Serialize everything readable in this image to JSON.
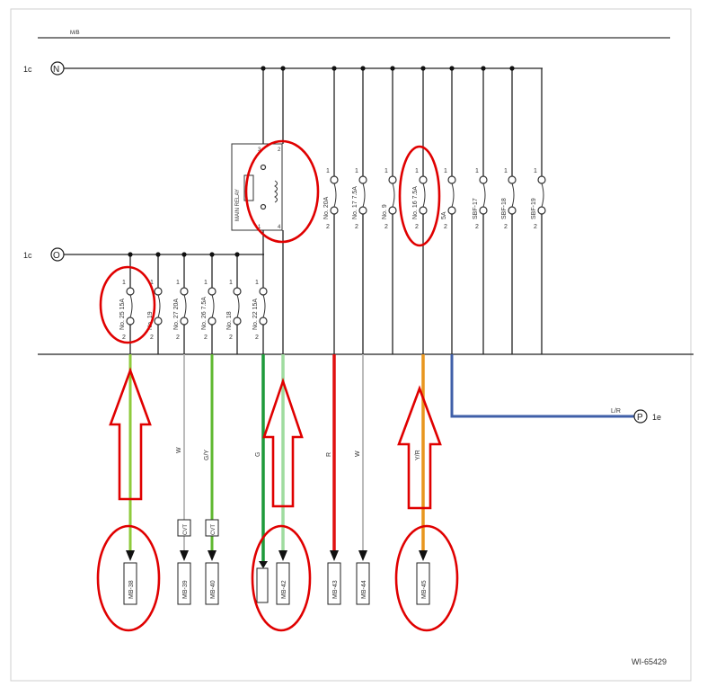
{
  "header": {
    "mb_label": "M/B"
  },
  "buses": {
    "n": {
      "prefix": "1c",
      "letter": "N"
    },
    "o": {
      "prefix": "1c",
      "letter": "O"
    },
    "p": {
      "suffix": "1e",
      "letter": "P",
      "wire_color": "L/R"
    }
  },
  "relay": {
    "label": "MAIN RELAY",
    "pins": [
      "3",
      "2",
      "1",
      "4"
    ]
  },
  "fuses_o": [
    {
      "label": "No. 25  15A",
      "top": "1",
      "bottom": "2"
    },
    {
      "label": "No. 19",
      "top": "1",
      "bottom": "2"
    },
    {
      "label": "No. 27  20A",
      "top": "1",
      "bottom": "2"
    },
    {
      "label": "No. 26  7.5A",
      "top": "1",
      "bottom": "2"
    },
    {
      "label": "No. 18",
      "top": "1",
      "bottom": "2"
    },
    {
      "label": "No. 22  15A",
      "top": "1",
      "bottom": "2"
    }
  ],
  "fuses_n": [
    {
      "label": "No. 20A",
      "top": "1",
      "bottom": "2"
    },
    {
      "label": "No. 17  7.5A",
      "top": "1",
      "bottom": "2"
    },
    {
      "label": "No. 9",
      "top": "1",
      "bottom": "2"
    },
    {
      "label": "No. 16  7.5A",
      "top": "1",
      "bottom": "2"
    },
    {
      "label": "5A",
      "top": "1",
      "bottom": "2"
    },
    {
      "label": "SBF-17",
      "top": "1",
      "bottom": "2"
    },
    {
      "label": "SBF-18",
      "top": "1",
      "bottom": "2"
    },
    {
      "label": "SBF-19",
      "top": "1",
      "bottom": "2"
    }
  ],
  "wire_labels": [
    "W",
    "G/Y",
    "G",
    "R",
    "W",
    "Y/R"
  ],
  "cvt_labels": [
    "CVT",
    "CVT"
  ],
  "connectors": [
    "MB-38",
    "MB-39",
    "MB-40",
    "MB-42",
    "MB-43",
    "MB-44",
    "MB-45"
  ],
  "colors": {
    "highlight": "#e00000",
    "green": "#6fc040",
    "dark_green": "#1e9a3a",
    "light_green": "#9fdc9f",
    "red_wire": "#e01010",
    "orange": "#e8961e",
    "blue": "#3f5fa8"
  },
  "figure_id": "WI-65429"
}
